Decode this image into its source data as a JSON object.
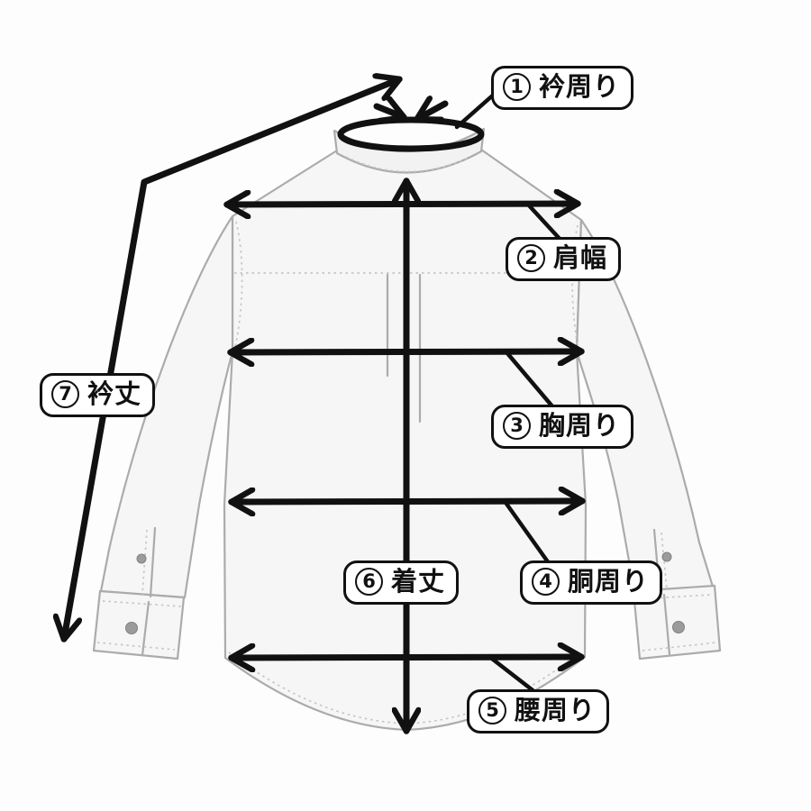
{
  "diagram": {
    "background_color": "#fdfdfd",
    "arrow_color": "#111111",
    "shirt_outline_color": "#ababab",
    "shirt_fill_color": "#f6f6f7",
    "stitch_color": "#c6c6c6",
    "labels": [
      {
        "id": "collar-circumference",
        "number": "1",
        "text": "衿周り"
      },
      {
        "id": "shoulder-width",
        "number": "2",
        "text": "肩幅"
      },
      {
        "id": "chest-circumference",
        "number": "3",
        "text": "胸周り"
      },
      {
        "id": "waist-circumference",
        "number": "4",
        "text": "胴周り"
      },
      {
        "id": "hip-circumference",
        "number": "5",
        "text": "腰周り"
      },
      {
        "id": "body-length",
        "number": "6",
        "text": "着丈"
      },
      {
        "id": "sleeve-collar-length",
        "number": "7",
        "text": "衿丈"
      }
    ]
  }
}
